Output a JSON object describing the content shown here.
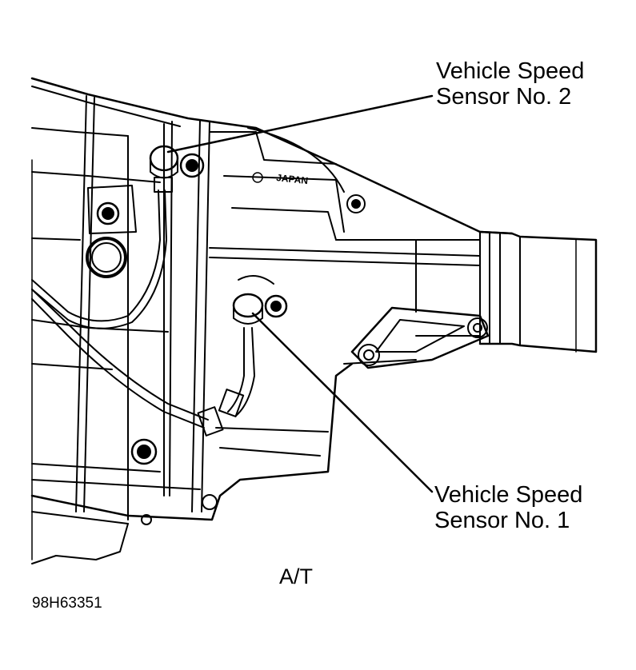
{
  "labels": {
    "sensor2_line1": "Vehicle Speed",
    "sensor2_line2": "Sensor No. 2",
    "sensor1_line1": "Vehicle Speed",
    "sensor1_line2": "Sensor No. 1"
  },
  "caption": "A/T",
  "figure_number": "98H63351",
  "case_marking": "JAPAN"
}
